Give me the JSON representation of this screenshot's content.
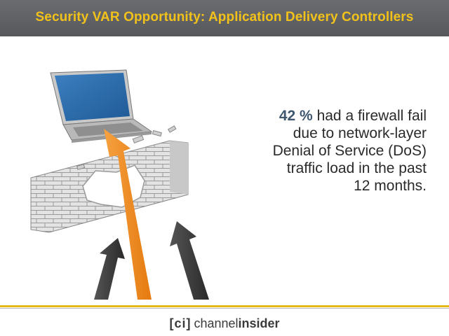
{
  "slide": {
    "title": "Security VAR Opportunity: Application Delivery Controllers"
  },
  "stat": {
    "percent": "42 %",
    "line1": "had a firewall fail",
    "line2": "due to network-layer",
    "line3": "Denial of Service (DoS)",
    "line4": "traffic load in the past",
    "line5": "12 months."
  },
  "footer": {
    "logo_mark": "[ci]",
    "logo_word_1": "channel",
    "logo_word_2": "insider"
  },
  "colors": {
    "header_bg": "#5f6165",
    "title": "#f2c21a",
    "accent_line": "#e4b818",
    "arrow_orange": "#f08a1c",
    "arrow_dark": "#3c3c3c"
  },
  "icons": [
    "laptop-icon",
    "brick-wall-icon",
    "orange-arrow-icon",
    "dark-arrow-icon"
  ]
}
